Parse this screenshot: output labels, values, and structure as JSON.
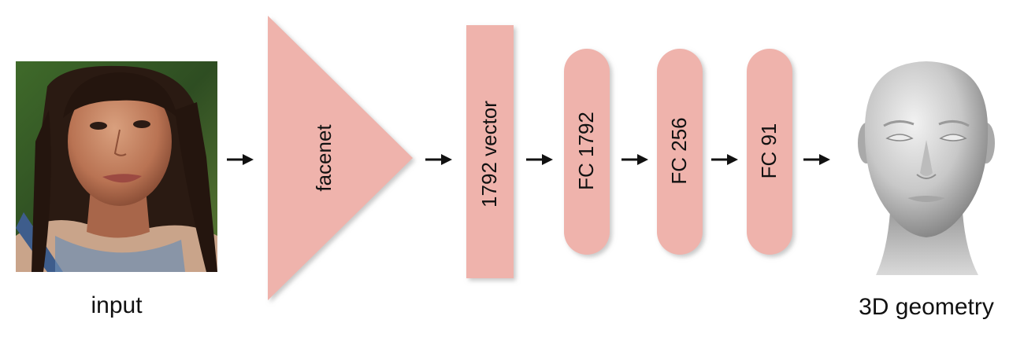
{
  "colors": {
    "block_fill": "#efb3ac",
    "block_shadow": "#b0b0b0",
    "arrow": "#111111",
    "text": "#111111"
  },
  "input": {
    "label": "input",
    "image": "portrait-photo"
  },
  "output": {
    "label": "3D geometry",
    "image": "3d-face-mesh-render"
  },
  "blocks": [
    {
      "id": "facenet",
      "label": "facenet",
      "shape": "triangle"
    },
    {
      "id": "vector",
      "label": "1792 vector",
      "shape": "rectangle"
    },
    {
      "id": "fc1792",
      "label": "FC 1792",
      "shape": "pill"
    },
    {
      "id": "fc256",
      "label": "FC 256",
      "shape": "pill"
    },
    {
      "id": "fc91",
      "label": "FC 91",
      "shape": "pill"
    }
  ],
  "arrows": [
    {
      "from": "input",
      "to": "facenet"
    },
    {
      "from": "facenet",
      "to": "vector"
    },
    {
      "from": "vector",
      "to": "fc1792"
    },
    {
      "from": "fc1792",
      "to": "fc256"
    },
    {
      "from": "fc256",
      "to": "fc91"
    },
    {
      "from": "fc91",
      "to": "output"
    }
  ]
}
